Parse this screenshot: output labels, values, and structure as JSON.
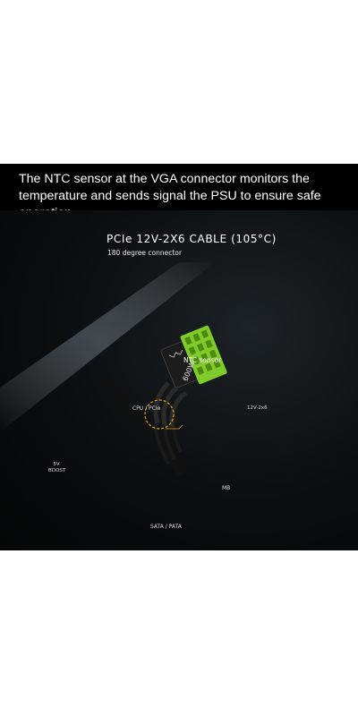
{
  "caption": "The NTC sensor at the VGA connector monitors the temperature and sends signal the PSU to ensure safe operation.",
  "cable": {
    "title": "PCIe 12V-2X6 CABLE (105°C)",
    "subtitle": "180 degree connector",
    "rating": "600W",
    "ntc_label": "NTC sensor"
  },
  "psu": {
    "cpu_pcie_label": "CPU / PCIe",
    "v12_label": "12V-2x6",
    "mb_label": "MB",
    "sata_label": "SATA / PATA",
    "boost_label_line1": "5V",
    "boost_label_line2": "BOOST"
  },
  "colors": {
    "connector_green": "#7ecb2a",
    "highlight_yellow": "#d8d83a",
    "psu_body": "#2a2c2f"
  }
}
